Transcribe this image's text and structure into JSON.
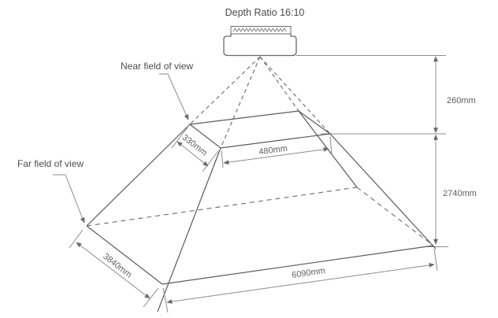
{
  "title": "Depth Ratio 16:10",
  "labels": {
    "near_field": "Near field of view",
    "far_field": "Far field of view"
  },
  "dimensions": {
    "camera_to_near": "260mm",
    "near_to_far": "2740mm",
    "near_depth": "330mm",
    "near_width": "480mm",
    "far_depth": "3840mm",
    "far_width": "6090mm"
  },
  "colors": {
    "solid_line": "#5a5a5a",
    "dashed_line": "#6a6a6a",
    "dim_line": "#8c8c8c",
    "text": "#4a4a4a",
    "background": "#ffffff"
  },
  "icons": {
    "camera": "depth-camera-icon"
  }
}
